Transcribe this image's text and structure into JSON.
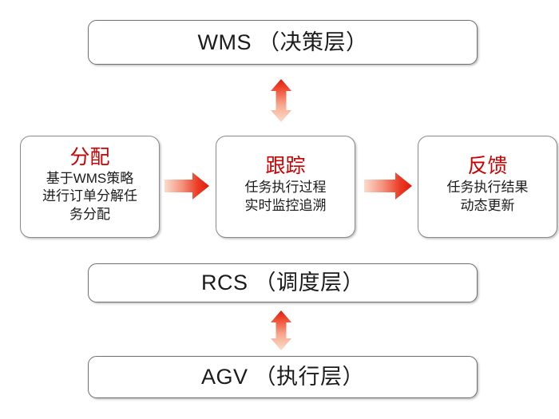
{
  "diagram": {
    "title_layers": [
      {
        "id": "wms",
        "label": "WMS （决策层）"
      },
      {
        "id": "rcs",
        "label": "RCS （调度层）"
      },
      {
        "id": "agv",
        "label": "AGV （执行层）"
      }
    ],
    "steps": [
      {
        "title": "分配",
        "body": "基于WMS策略\n进行订单分解任\n务分配"
      },
      {
        "title": "跟踪",
        "body": "任务执行过程\n实时监控追溯"
      },
      {
        "title": "反馈",
        "body": "任务执行结果\n动态更新"
      }
    ],
    "arrows": [
      {
        "name": "double-arrow-wms-to-steps",
        "direction": "vertical-bidirectional"
      },
      {
        "name": "arrow-allocate-to-track",
        "direction": "right"
      },
      {
        "name": "arrow-track-to-feedback",
        "direction": "right"
      },
      {
        "name": "double-arrow-rcs-to-agv",
        "direction": "vertical-bidirectional"
      }
    ],
    "colors": {
      "accent_red": "#cc0000",
      "arrow_dark": "#e8261b",
      "arrow_light": "#fbd9cd",
      "box_border": "#6f6f6f",
      "step_border": "#8a8a8a",
      "text": "#1b1b1b",
      "background": "#ffffff"
    }
  }
}
